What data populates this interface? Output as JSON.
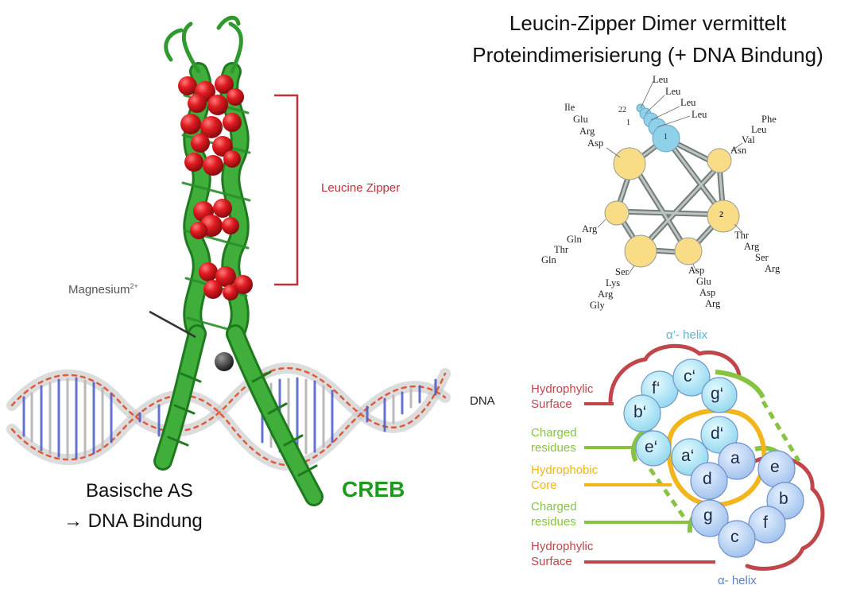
{
  "title": {
    "line1": "Leucin-Zipper Dimer vermittelt",
    "line2": "Proteindimerisierung (+ DNA Bindung)"
  },
  "structure": {
    "leucine_zipper_label": "Leucine Zipper",
    "magnesium_label": "Magnesium",
    "magnesium_superscript": "2+",
    "dna_label": "DNA",
    "basic_label_line1": "Basische AS",
    "basic_label_line2": "→ DNA Bindung",
    "protein_label": "CREB",
    "colors": {
      "helix": "#3aa336",
      "leucine": "#d8141c",
      "bracket": "#c0313a",
      "creb": "#1e9a1e"
    }
  },
  "helical_wheel": {
    "top_residues": [
      "Leu",
      "Leu",
      "Leu",
      "Leu"
    ],
    "top_numbers": [
      "22",
      "1"
    ],
    "position_numbers": [
      "1",
      "2"
    ],
    "groups": {
      "upper_left": [
        "Ile",
        "Glu",
        "Arg",
        "Asp"
      ],
      "upper_right": [
        "Phe",
        "Leu",
        "Val",
        "Asn"
      ],
      "right": [
        "Thr",
        "Arg",
        "Ser",
        "Arg"
      ],
      "lower_right": [
        "Asp",
        "Glu",
        "Asp",
        "Arg"
      ],
      "lower_left": [
        "Ser",
        "Lys",
        "Arg",
        "Gly"
      ],
      "left": [
        "Arg",
        "Gln",
        "Thr",
        "Gln"
      ]
    }
  },
  "heptad": {
    "alpha_prime_label": "α’- helix",
    "alpha_label": "α- helix",
    "legend": [
      {
        "text": "Hydrophylic\nSurface",
        "color": "#c0464a"
      },
      {
        "text": "Charged\nresidues",
        "color": "#86c440"
      },
      {
        "text": "Hydrophobic\nCore",
        "color": "#f2b51c"
      },
      {
        "text": "Charged\nresidues",
        "color": "#86c440"
      },
      {
        "text": "Hydrophylic\nSurface",
        "color": "#c0464a"
      }
    ],
    "prime_letters": [
      "f‘",
      "c‘",
      "b‘",
      "g‘",
      "e‘",
      "d‘",
      "a‘"
    ],
    "letters": [
      "a",
      "d",
      "e",
      "b",
      "g",
      "f",
      "c"
    ]
  }
}
